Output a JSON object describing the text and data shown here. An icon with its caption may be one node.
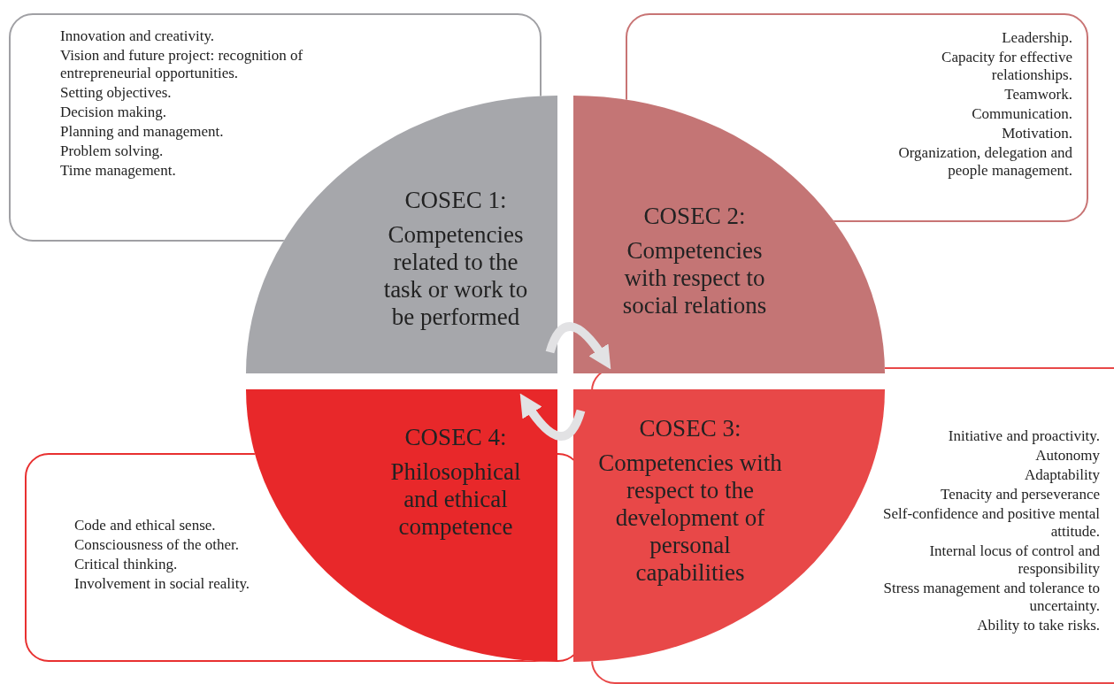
{
  "diagram": {
    "nodes": [
      {
        "text": [
          "Innovation and creativity.",
          "Vision and future project: recognition of entrepreneurial opportunities.",
          "Setting objectives.",
          "Decision making.",
          "Planning and management.",
          "Problem solving.",
          "Time management."
        ]
      },
      {
        "text": [
          "Leadership.",
          "Capacity for effective relationships.",
          "Teamwork.",
          "Communication.",
          "Motivation.",
          "Organization, delegation and people management."
        ]
      },
      {
        "text": [
          "COSEC 1:",
          "Competencies related to the task or work to be performed"
        ]
      },
      {
        "text": [
          "COSEC 2:",
          "Competencies with respect to social relations"
        ]
      },
      {
        "text": [
          "COSEC 4:",
          "Philosophical and ethical competence"
        ]
      },
      {
        "text": [
          "COSEC 3:",
          "Competencies with respect to the development of personal capabilities"
        ]
      },
      {
        "text": [
          "Code and ethical sense.",
          "Consciousness of the other.",
          "Critical thinking.",
          "Involvement in social reality."
        ]
      },
      {
        "text": [
          "Initiative and proactivity.",
          "Autonomy",
          "Adaptability",
          "Tenacity and perseverance",
          "Self-confidence and positive mental attitude.",
          "Internal locus of control and responsibility",
          "Stress management and tolerance to uncertainty.",
          "Ability to take risks."
        ]
      }
    ],
    "edges": [
      {
        "from": 2,
        "to": 3,
        "arrow": "to"
      },
      {
        "from": 5,
        "to": 4,
        "arrow": "to"
      }
    ]
  }
}
